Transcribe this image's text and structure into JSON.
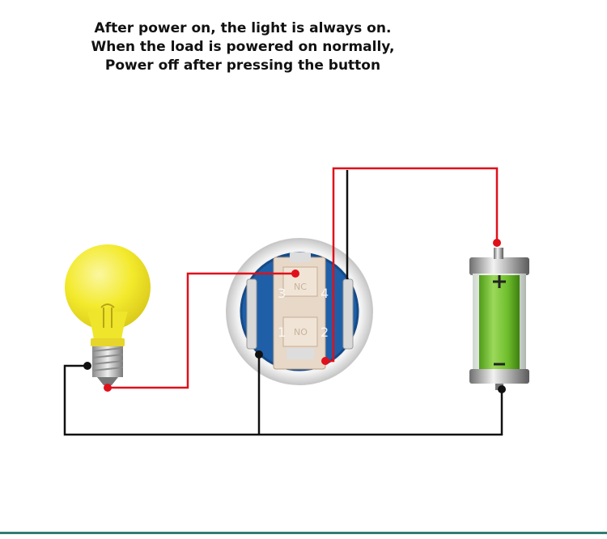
{
  "caption": {
    "line1": "After power on, the light is always on.",
    "line2": "When the load is powered on normally,",
    "line3": "Power off after pressing the button"
  },
  "switch": {
    "terminal_3": "3",
    "terminal_4": "4",
    "terminal_1": "1",
    "terminal_2": "2",
    "nc_label": "NC",
    "no_label": "NO"
  },
  "colors": {
    "wire_red": "#e0101a",
    "wire_black": "#111111",
    "bulb_yellow": "#f5ee2a",
    "battery_green": "#6dbf2c",
    "switch_blue": "#1f5fa8",
    "accent_teal": "#2f7d72"
  },
  "icons": [
    "light-bulb-icon",
    "push-button-switch-icon",
    "battery-icon"
  ]
}
